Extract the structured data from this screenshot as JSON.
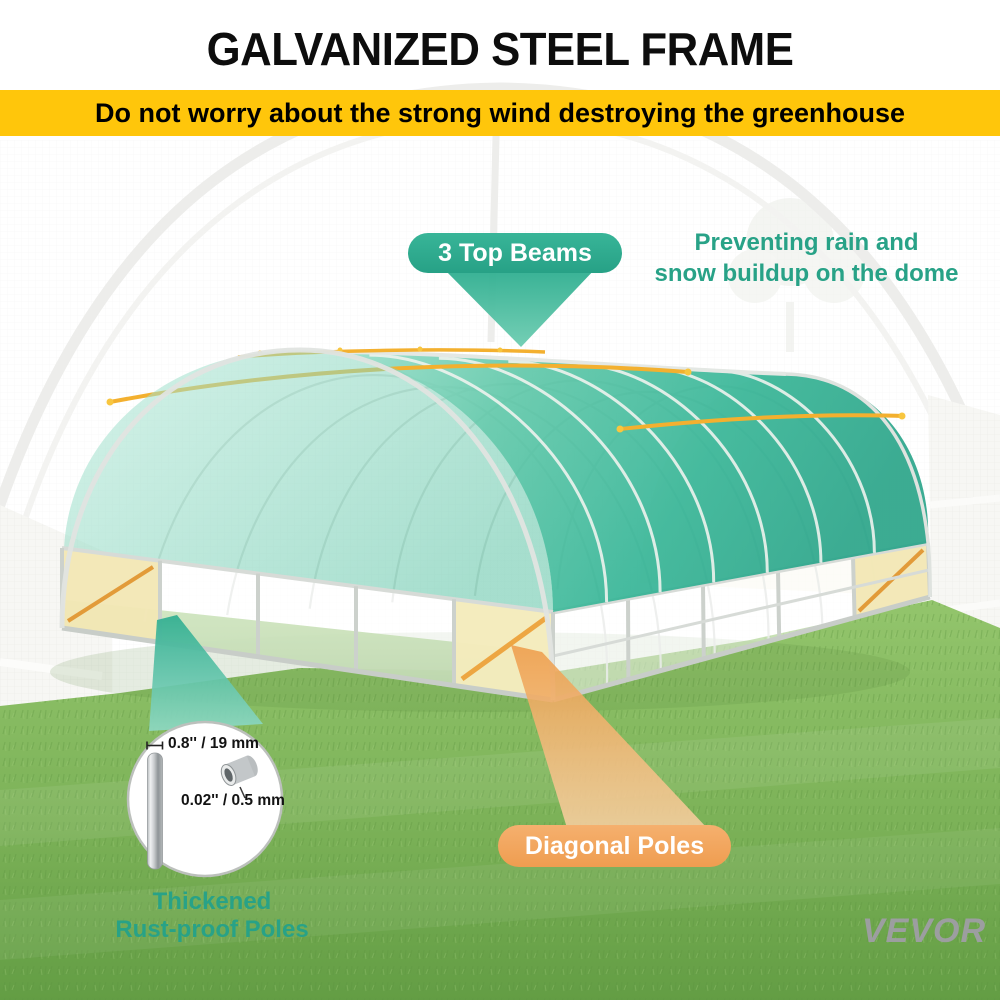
{
  "header": {
    "title": "GALVANIZED STEEL FRAME",
    "banner": "Do not worry about the strong wind destroying the greenhouse"
  },
  "callouts": {
    "top_beams_label": "3 Top Beams",
    "rain_lines": [
      "Preventing rain and",
      "snow buildup on the dome"
    ],
    "diagonal_poles_label": "Diagonal Poles",
    "thickened_lines": [
      "Thickened",
      "Rust-proof Poles"
    ]
  },
  "inset": {
    "outer_diameter_label": "0.8'' / 19 mm",
    "wall_thickness_label": "0.02'' / 0.5 mm"
  },
  "brand_logo": "VEVOR",
  "colors": {
    "accent_teal": "#28a287",
    "accent_orange": "#f0a55c",
    "banner_yellow": "#ffc60b",
    "cover_green": "#3cb897",
    "frame_silver": "#d8dcd8"
  }
}
